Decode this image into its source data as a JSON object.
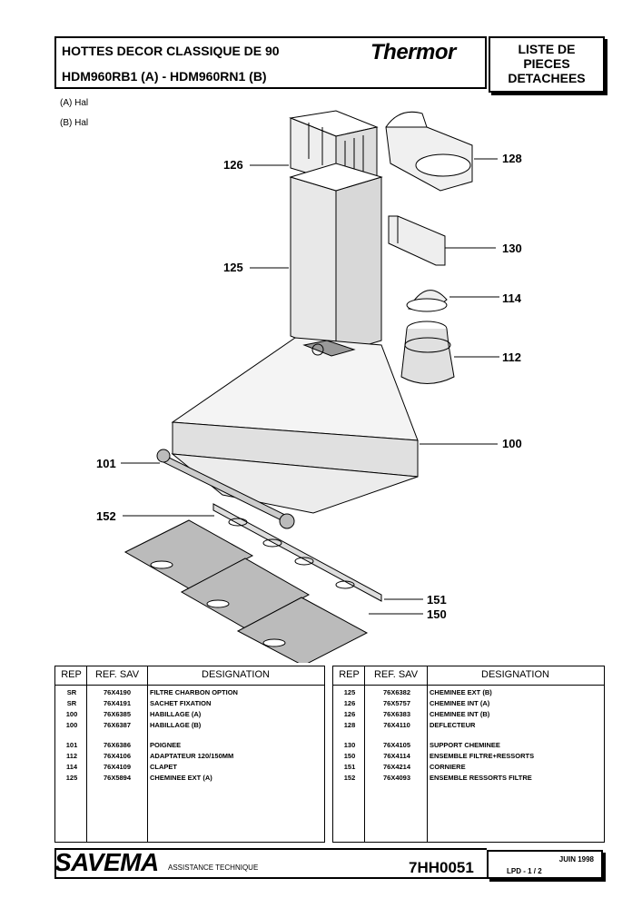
{
  "header": {
    "title_line1": "HOTTES DECOR CLASSIQUE DE 90",
    "title_line2": "HDM960RB1 (A) - HDM960RN1 (B)",
    "brand": "Thermor",
    "doc_type_lines": [
      "LISTE DE",
      "PIECES",
      "DETACHEES"
    ]
  },
  "variants": [
    "(A) Hal",
    "(B) Hal"
  ],
  "diagram": {
    "callouts": [
      "126",
      "125",
      "128",
      "130",
      "114",
      "112",
      "100",
      "101",
      "152",
      "151",
      "150"
    ]
  },
  "table_headers": {
    "rep": "REP",
    "ref": "REF. SAV",
    "designation": "DESIGNATION"
  },
  "parts_left": [
    {
      "rep": "SR",
      "ref": "76X4190",
      "designation": "FILTRE CHARBON  OPTION"
    },
    {
      "rep": "SR",
      "ref": "76X4191",
      "designation": "SACHET FIXATION"
    },
    {
      "rep": "100",
      "ref": "76X6385",
      "designation": "HABILLAGE   (A)"
    },
    {
      "rep": "100",
      "ref": "76X6387",
      "designation": "HABILLAGE   (B)"
    },
    {
      "rep": "101",
      "ref": "76X6386",
      "designation": "POIGNEE"
    },
    {
      "rep": "112",
      "ref": "76X4106",
      "designation": "ADAPTATEUR 120/150MM"
    },
    {
      "rep": "114",
      "ref": "76X4109",
      "designation": "CLAPET"
    },
    {
      "rep": "125",
      "ref": "76X5894",
      "designation": "CHEMINEE EXT   (A)"
    }
  ],
  "parts_right": [
    {
      "rep": "125",
      "ref": "76X6382",
      "designation": "CHEMINEE EXT   (B)"
    },
    {
      "rep": "126",
      "ref": "76X5757",
      "designation": "CHEMINEE INT   (A)"
    },
    {
      "rep": "126",
      "ref": "76X6383",
      "designation": "CHEMINEE INT   (B)"
    },
    {
      "rep": "128",
      "ref": "76X4110",
      "designation": "DEFLECTEUR"
    },
    {
      "rep": "130",
      "ref": "76X4105",
      "designation": "SUPPORT CHEMINEE"
    },
    {
      "rep": "150",
      "ref": "76X4114",
      "designation": "ENSEMBLE FILTRE+RESSORTS"
    },
    {
      "rep": "151",
      "ref": "76X4214",
      "designation": "CORNIERE"
    },
    {
      "rep": "152",
      "ref": "76X4093",
      "designation": "ENSEMBLE RESSORTS FILTRE"
    }
  ],
  "footer": {
    "company": "SAVEMA",
    "subtitle": "ASSISTANCE TECHNIQUE",
    "doc_number": "7HH0051",
    "date": "JUIN 1998",
    "page": "LPD -    1 / 2"
  }
}
